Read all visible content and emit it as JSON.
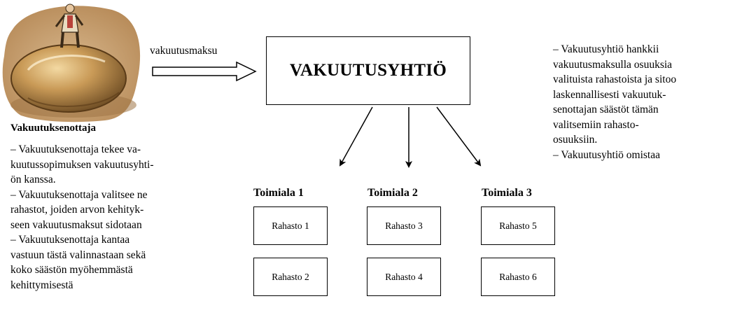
{
  "payment_label": "vakuutusmaksu",
  "company": {
    "name": "VAKUUTUSYHTIÖ",
    "description_lines": [
      "– Vakuutusyhtiö hankkii",
      "vakuutusmaksulla osuuksia",
      "valituista rahastoista ja sitoo",
      "laskennallisesti vakuutuk-",
      "senottajan säästöt tämän",
      "valitsemiin rahasto-",
      "osuuksiin.",
      "– Vakuutusyhtiö omistaa"
    ]
  },
  "policyholder": {
    "title": "Vakuutuksenottaja",
    "description_lines": [
      "– Vakuutuksenottaja tekee va-",
      "kuutussopimuksen vakuutusyhti-",
      "ön kanssa.",
      "– Vakuutuksenottaja valitsee ne",
      "rahastot, joiden arvon kehityk-",
      "seen vakuutusmaksut sidotaan",
      "– Vakuutuksenottaja kantaa",
      "vastuun tästä valinnastaan sekä",
      "koko säästön myöhemmästä",
      "kehittymisestä"
    ]
  },
  "sectors": [
    {
      "title": "Toimiala 1",
      "funds": [
        "Rahasto 1",
        "Rahasto 2"
      ]
    },
    {
      "title": "Toimiala 2",
      "funds": [
        "Rahasto 3",
        "Rahasto 4"
      ]
    },
    {
      "title": "Toimiala 3",
      "funds": [
        "Rahasto 5",
        "Rahasto 6"
      ]
    }
  ]
}
